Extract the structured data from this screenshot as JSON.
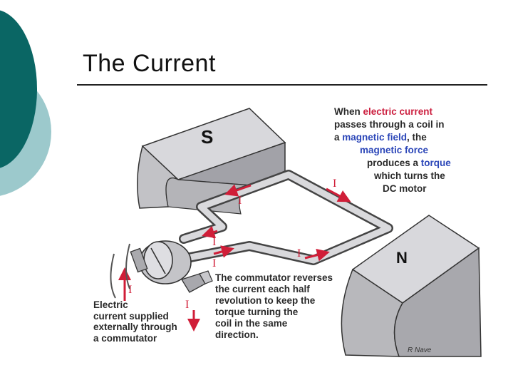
{
  "slide": {
    "title": "The Current"
  },
  "diagram": {
    "magnets": {
      "south_label": "S",
      "north_label": "N"
    },
    "current_symbol": "I",
    "top_note": {
      "l1a": "When ",
      "l1b": "electric current",
      "l2": "passes through a  coil in",
      "l3a": "a ",
      "l3b": "magnetic field",
      "l3c": ", the",
      "l4": "magnetic force",
      "l5a": "produces a ",
      "l5b": "torque",
      "l6": "which turns the",
      "l7": "DC motor"
    },
    "commutator_note": {
      "l1": "The commutator reverses",
      "l2": "the current each half",
      "l3": "revolution to keep the",
      "l4": "torque turning the",
      "l5": "coil in the same",
      "l6": "direction."
    },
    "supply_note": {
      "l1": "Electric",
      "l2": "current supplied",
      "l3": "externally through",
      "l4a": "a ",
      "l4b": "commutator"
    },
    "credit": "R Nave"
  },
  "colors": {
    "teal_dark": "#0a6664",
    "teal_light": "#9cc9cc",
    "magnet_gray": "#b4b4b8",
    "arrow_red": "#d01e38",
    "text_red": "#cc1f3f",
    "text_blue": "#2b46b8"
  }
}
